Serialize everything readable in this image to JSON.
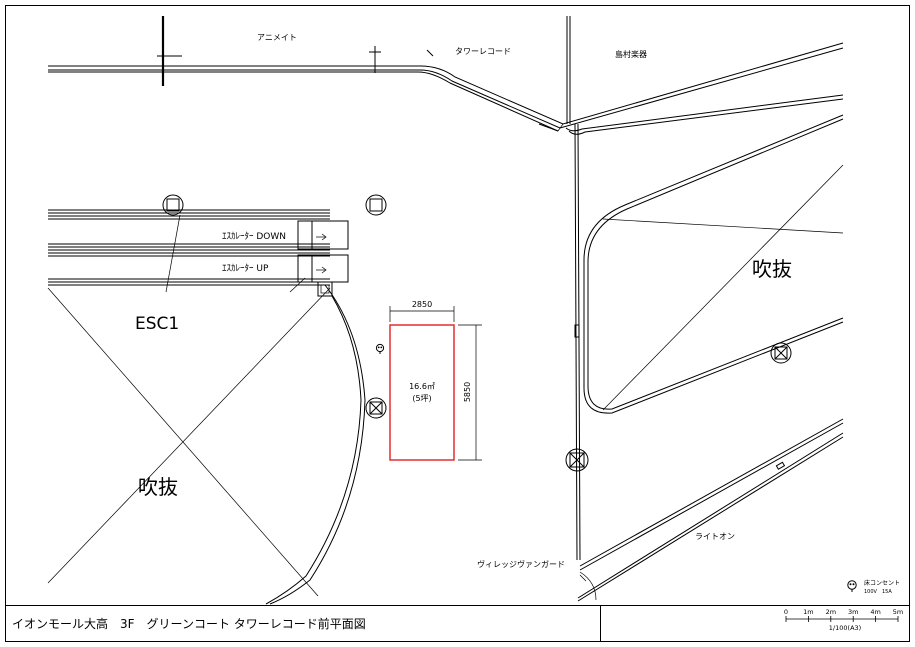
{
  "title": "イオンモール大高　3F　グリーンコート タワーレコード前平面図",
  "stores": {
    "animate": "アニメイト",
    "tower_records": "タワーレコード",
    "shimamura": "島村楽器",
    "light_on": "ライトオン",
    "village_vanguard": "ヴィレッジヴァンガード"
  },
  "escalators": {
    "down_label": "ｴｽｶﾚｰﾀｰ DOWN",
    "up_label": "ｴｽｶﾚｰﾀｰ UP",
    "name": "ESC1"
  },
  "voids": {
    "left_label": "吹抜",
    "right_label": "吹抜"
  },
  "booth": {
    "width_mm": "2850",
    "depth_mm": "5850",
    "area": "16.6㎡",
    "tsubo": "(5坪)",
    "outline_color": "#e02020"
  },
  "legend": {
    "outlet_label": "床コンセント",
    "outlet_spec": "100V　15A",
    "outlet_icon": "floor-outlet-icon"
  },
  "scale": {
    "ticks": [
      "0",
      "1m",
      "2m",
      "3m",
      "4m",
      "5m"
    ],
    "ratio": "1/100(A3)"
  }
}
